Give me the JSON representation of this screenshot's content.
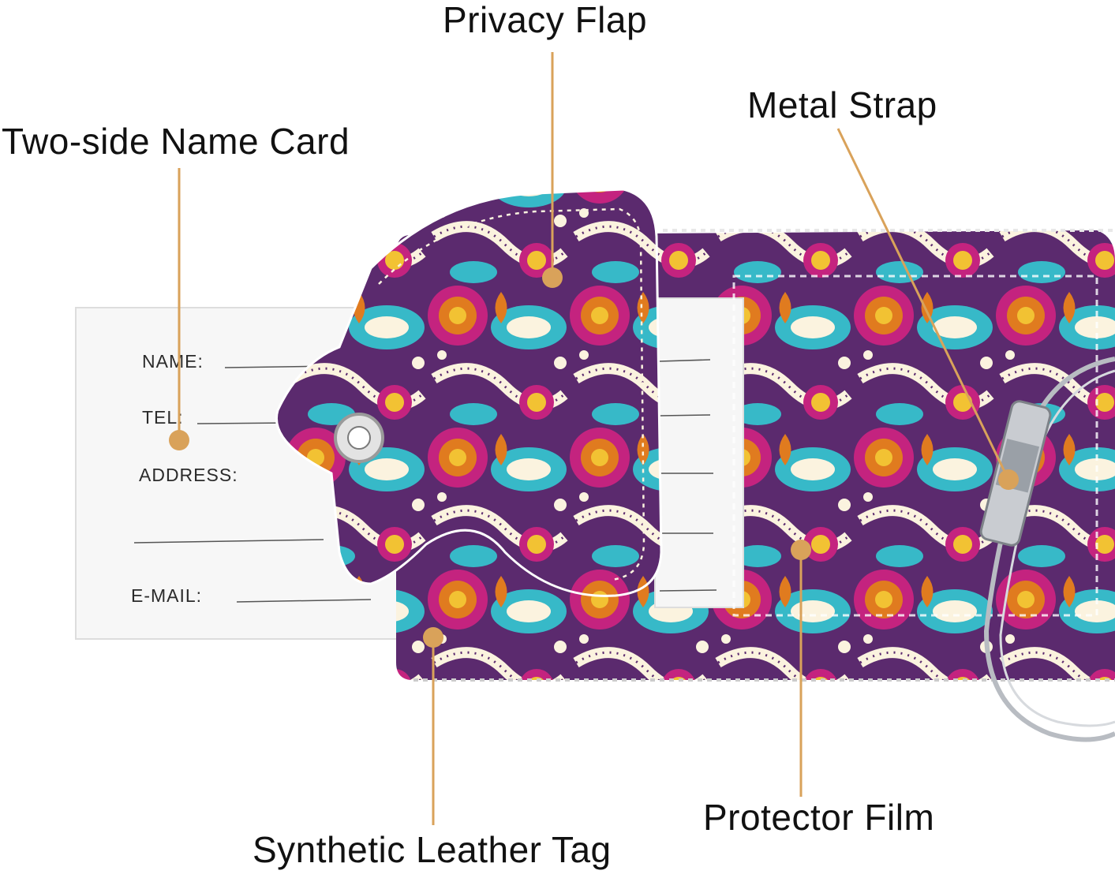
{
  "callouts": {
    "privacy_flap": "Privacy Flap",
    "metal_strap": "Metal Strap",
    "name_card": "Two-side Name Card",
    "protector_film": "Protector Film",
    "leather_tag": "Synthetic Leather Tag"
  },
  "name_card": {
    "fields": [
      "NAME:",
      "TEL:",
      "ADDRESS:",
      "E-MAIL:"
    ]
  },
  "colors": {
    "leader_line": "#d9a25a",
    "leader_dot": "#d9a25a",
    "pattern_magenta": "#c4237f",
    "pattern_turquoise": "#37b9c8",
    "pattern_orange": "#e07b1f",
    "pattern_purple": "#5b2a6e",
    "pattern_cream": "#fbf3df",
    "pattern_yellow": "#f2c233"
  }
}
